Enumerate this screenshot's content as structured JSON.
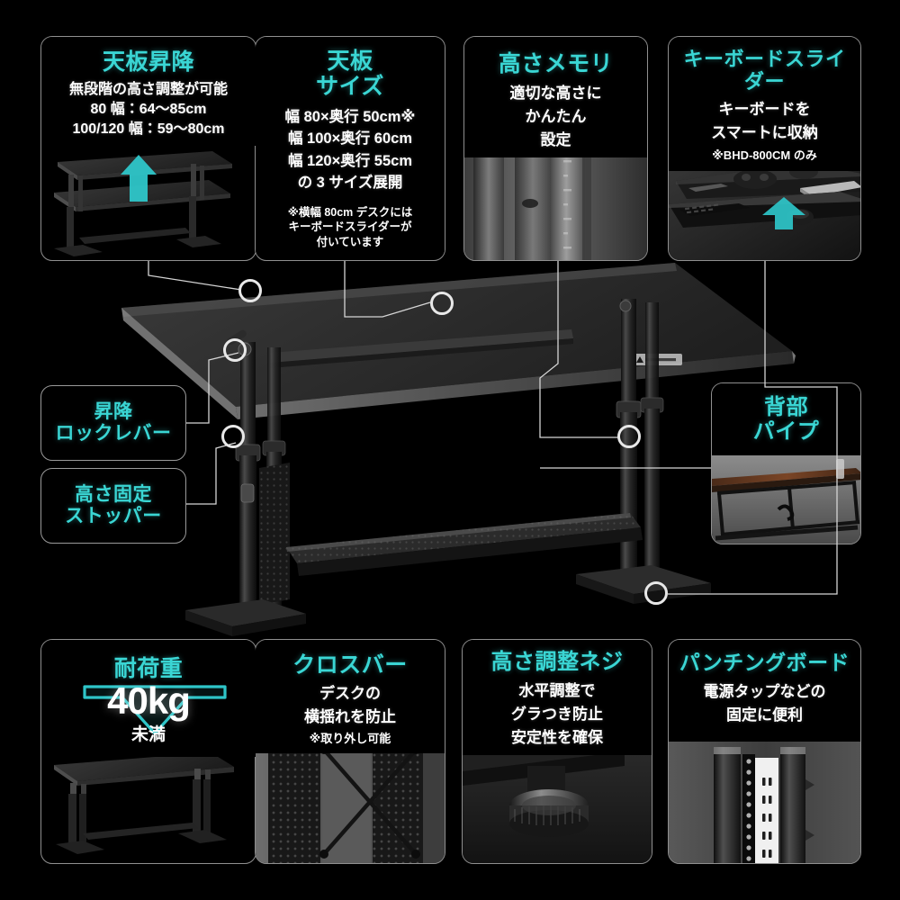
{
  "meta": {
    "accent": "#3ad6d4",
    "background": "#000000",
    "border": "#8f8f8f",
    "product_code": "BHD-800CM"
  },
  "top_cards": [
    {
      "id": "tenban-shoko",
      "title": "天板昇降",
      "lines": [
        "無段階の高さ調整が可能",
        "80 幅：64〜85cm",
        "100/120 幅：59〜80cm"
      ],
      "photo": "desk-two-heights-with-up-arrow"
    },
    {
      "id": "tenban-size",
      "title_lines": [
        "天板",
        "サイズ"
      ],
      "lines": [
        "幅 80×奥行 50cm※",
        "幅 100×奥行 60cm",
        "幅 120×奥行 55cm",
        "の 3 サイズ展開"
      ],
      "note": [
        "※横幅 80cm デスクには",
        "キーボードスライダーが",
        "付いています"
      ],
      "photo": "none"
    },
    {
      "id": "takasa-memori",
      "title": "高さメモリ",
      "lines": [
        "適切な高さに",
        "かんたん",
        "設定"
      ],
      "photo": "leg-pole-with-height-scale"
    },
    {
      "id": "keyboard-slider",
      "title": "キーボードスライダー",
      "lines": [
        "キーボードを",
        "スマートに収納"
      ],
      "note": [
        "※BHD-800CM のみ"
      ],
      "photo": "desktop-with-keyboard-tray"
    }
  ],
  "side_labels": [
    {
      "id": "shoko-lock-lever",
      "lines": [
        "昇降",
        "ロックレバー"
      ]
    },
    {
      "id": "takasa-kotei-stopper",
      "lines": [
        "高さ固定",
        "ストッパー"
      ]
    },
    {
      "id": "haibu-pipe",
      "lines": [
        "背部",
        "パイプ"
      ],
      "photo": "rear-pipe-under-wood-top"
    }
  ],
  "bottom_cards": [
    {
      "id": "taikajuu",
      "title": "耐荷重",
      "value": "40kg",
      "value_sub": "未満",
      "photo": "desk-front-view"
    },
    {
      "id": "crossbar",
      "title": "クロスバー",
      "lines": [
        "デスクの",
        "横揺れを防止"
      ],
      "note": [
        "※取り外し可能"
      ],
      "photo": "x-shaped-crossbar-on-punching-board"
    },
    {
      "id": "takasa-chosei-neji",
      "title": "高さ調整ネジ",
      "lines": [
        "水平調整で",
        "グラつき防止",
        "安定性を確保"
      ],
      "photo": "adjustable-foot-screw"
    },
    {
      "id": "punching-board",
      "title": "パンチングボード",
      "lines": [
        "電源タップなどの",
        "固定に便利"
      ],
      "photo": "power-strip-on-punching-board"
    }
  ],
  "callouts": [
    {
      "id": "callout-top-left",
      "target": "desk-top-surface"
    },
    {
      "id": "callout-top-mid",
      "target": "desk-top-surface-right"
    },
    {
      "id": "callout-lock-lever",
      "target": "left-leg-lock-lever"
    },
    {
      "id": "callout-stopper",
      "target": "left-leg-stopper"
    },
    {
      "id": "callout-right-leg",
      "target": "right-leg-joint"
    },
    {
      "id": "callout-rear-pipe",
      "target": "rear-support-pipe"
    },
    {
      "id": "callout-base-foot",
      "target": "right-base-foot"
    }
  ]
}
